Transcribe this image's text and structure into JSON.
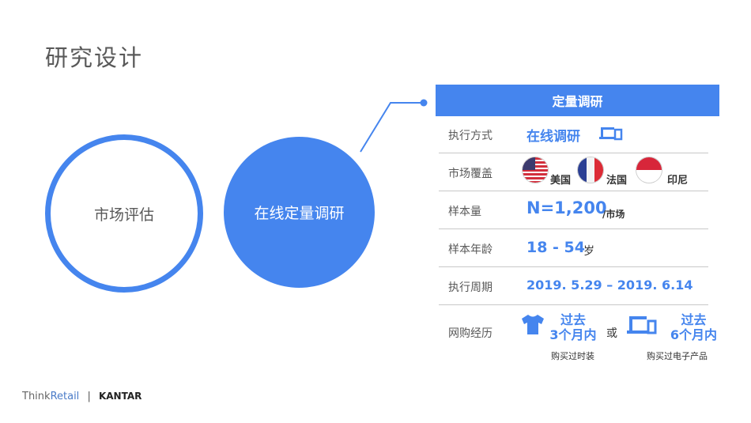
{
  "page": {
    "title": "研究设计"
  },
  "circles": [
    {
      "label": "市场评估",
      "style": "outline"
    },
    {
      "label": "在线定量调研",
      "style": "filled"
    }
  ],
  "colors": {
    "accent": "#4585ee",
    "text": "#595959",
    "divider": "#c8c8c8"
  },
  "table": {
    "header": "定量调研",
    "rows": {
      "method": {
        "label": "执行方式",
        "value": "在线调研",
        "icon": "devices-icon"
      },
      "markets": {
        "label": "市场覆盖",
        "items": [
          {
            "flag": "us-flag-icon",
            "name": "美国"
          },
          {
            "flag": "france-flag-icon",
            "name": "法国"
          },
          {
            "flag": "indonesia-flag-icon",
            "name": "印尼"
          }
        ]
      },
      "sample_size": {
        "label": "样本量",
        "value": "N=1,200",
        "unit": "/市场"
      },
      "sample_age": {
        "label": "样本年龄",
        "value": "18 - 54",
        "unit": "岁"
      },
      "period": {
        "label": "执行周期",
        "value": "2019. 5.29 – 2019. 6.14"
      },
      "shopping": {
        "label": "网购经历",
        "option_a": {
          "icon": "tshirt-icon",
          "line1": "过去",
          "line2": "3个月内",
          "caption": "购买过时装"
        },
        "connector": "或",
        "option_b": {
          "icon": "devices-icon",
          "line1": "过去",
          "line2": "6个月内",
          "caption": "购买过电子产品"
        }
      }
    }
  },
  "footer": {
    "brand1a": "Think",
    "brand1b": "Retail",
    "separator": "|",
    "brand2": "KANTAR"
  }
}
